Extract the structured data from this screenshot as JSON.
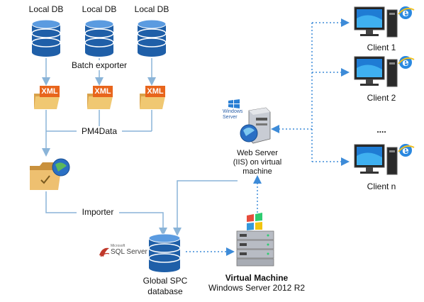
{
  "sources": {
    "db_labels": [
      "Local DB",
      "Local DB",
      "Local DB"
    ],
    "batch_label": "Batch exporter",
    "xml_label": "XML",
    "pm4data_label": "PM4Data",
    "importer_label": "Importer"
  },
  "database": {
    "line1": "Global SPC",
    "line2": "database",
    "sql_brand": "SQL Server",
    "sql_brand_small": "Microsoft"
  },
  "vm": {
    "title": "Virtual Machine",
    "subtitle": "Windows Server 2012 R2"
  },
  "web_server": {
    "line1": "Web Server",
    "line2": "(IIS) on virtual",
    "line3": "machine",
    "brand_line1": "Windows",
    "brand_line2": "Server"
  },
  "clients": {
    "items": [
      "Client 1",
      "Client 2",
      "Client n"
    ],
    "ellipsis": "...."
  },
  "colors": {
    "db_blue": "#1f5fa8",
    "db_light": "#5b9be0",
    "solid_line": "#8ab4d8",
    "dotted_line": "#3d8bd8",
    "xml_orange": "#e8651c",
    "folder": "#e9b75e"
  }
}
